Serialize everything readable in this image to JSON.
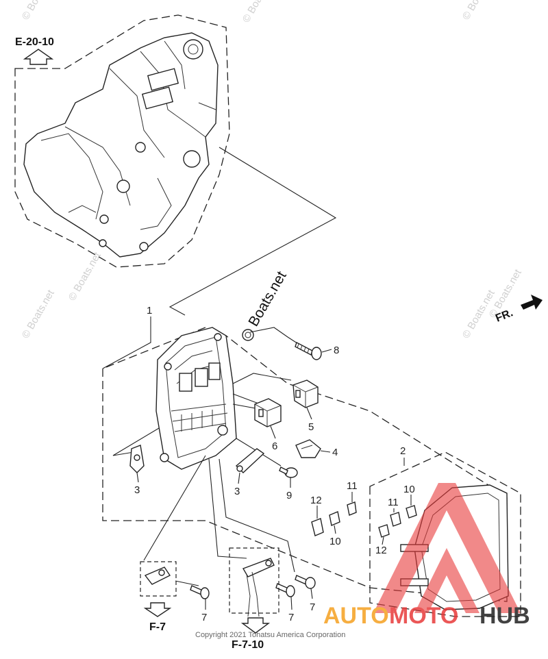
{
  "references": {
    "top_left": "E-20-10",
    "bottom_left": "F-7",
    "bottom_center": "F-7-10"
  },
  "direction_label": "FR.",
  "brand_text": "Boats.net",
  "watermark_text": "© Boats.net",
  "copyright": "Copyright 2021 Tohatsu America Corporation",
  "logo": {
    "word_a": "AUTO",
    "word_b": "MOTO",
    "word_c": "HUB",
    "color_a": "#f5a020",
    "color_b": "#e83a3a",
    "color_c": "#222222"
  },
  "callouts": {
    "c1": "1",
    "c2": "2",
    "c3a": "3",
    "c3b": "3",
    "c4": "4",
    "c5": "5",
    "c6": "6",
    "c7a": "7",
    "c7b": "7",
    "c7c": "7",
    "c8": "8",
    "c9": "9",
    "c10a": "10",
    "c10b": "10",
    "c11a": "11",
    "c11b": "11",
    "c12a": "12",
    "c12b": "12"
  }
}
